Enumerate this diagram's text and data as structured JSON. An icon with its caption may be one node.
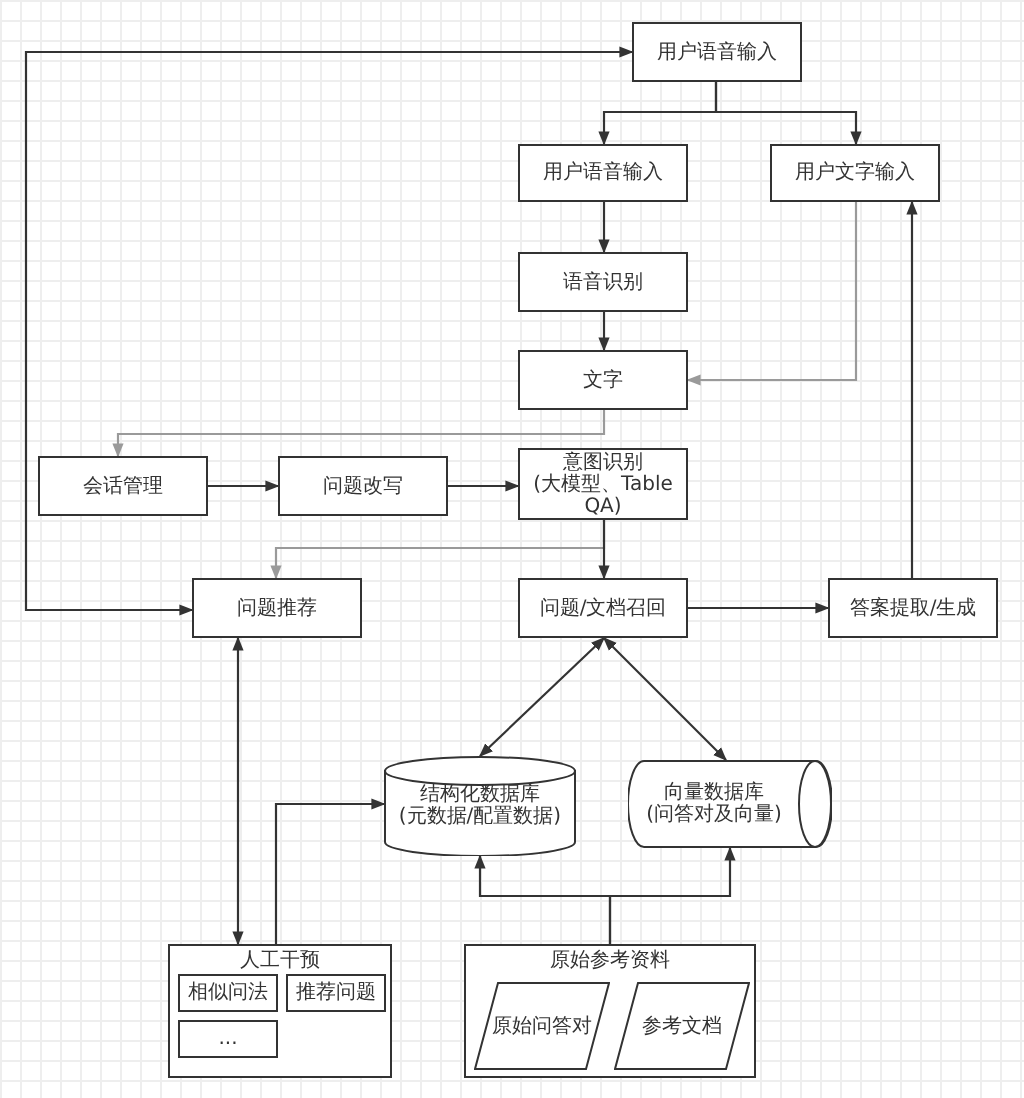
{
  "diagram": {
    "nodes": [
      {
        "text": [
          "用户语音输入"
        ]
      },
      {
        "text": [
          "用户语音输入"
        ]
      },
      {
        "text": [
          "用户文字输入"
        ]
      },
      {
        "text": [
          "语音识别"
        ]
      },
      {
        "text": [
          "文字"
        ]
      },
      {
        "text": [
          "会话管理"
        ]
      },
      {
        "text": [
          "问题改写"
        ]
      },
      {
        "text": [
          "意图识别 (大模型、Table QA)"
        ]
      },
      {
        "text": [
          "问题推荐"
        ]
      },
      {
        "text": [
          "问题/文档召回"
        ]
      },
      {
        "text": [
          "答案提取/生成"
        ]
      },
      {
        "text": [
          "结构化数据库 (元数据/配置数据)"
        ]
      },
      {
        "text": [
          "向量数据库 (问答对及向量)"
        ]
      },
      {
        "text": [
          "人工干预"
        ]
      },
      {
        "text": [
          "相似问法"
        ],
        "in": 13
      },
      {
        "text": [
          "推荐问题"
        ],
        "in": 13
      },
      {
        "text": [
          "..."
        ],
        "in": 13
      },
      {
        "text": [
          "原始参考资料"
        ]
      },
      {
        "text": [
          "原始问答对"
        ],
        "in": 17
      },
      {
        "text": [
          "参考文档"
        ],
        "in": 17
      }
    ],
    "edges": [
      {
        "from": 0,
        "to": 1,
        "arrow": "to"
      },
      {
        "from": 0,
        "to": 2,
        "arrow": "to"
      },
      {
        "from": 1,
        "to": 3,
        "arrow": "to"
      },
      {
        "from": 3,
        "to": 4,
        "arrow": "to"
      },
      {
        "from": 2,
        "to": 4,
        "arrow": "to",
        "color": "#9a9a9a"
      },
      {
        "from": 4,
        "to": 5,
        "arrow": "to",
        "color": "#9a9a9a"
      },
      {
        "from": 5,
        "to": 6,
        "arrow": "to"
      },
      {
        "from": 6,
        "to": 7,
        "arrow": "to"
      },
      {
        "from": 7,
        "to": 8,
        "arrow": "to",
        "color": "#9a9a9a"
      },
      {
        "from": 7,
        "to": 9,
        "arrow": "to"
      },
      {
        "from": 9,
        "to": 10,
        "arrow": "to"
      },
      {
        "from": 10,
        "to": 2,
        "arrow": "to"
      },
      {
        "from": 8,
        "to": 0,
        "arrow": "both"
      },
      {
        "from": 9,
        "to": 11,
        "arrow": "both"
      },
      {
        "from": 9,
        "to": 12,
        "arrow": "both"
      },
      {
        "from": 13,
        "to": 8,
        "arrow": "both"
      },
      {
        "from": 13,
        "to": 11,
        "arrow": "to"
      },
      {
        "from": 17,
        "to": 11,
        "arrow": "to"
      },
      {
        "from": 17,
        "to": 12,
        "arrow": "to"
      }
    ]
  }
}
